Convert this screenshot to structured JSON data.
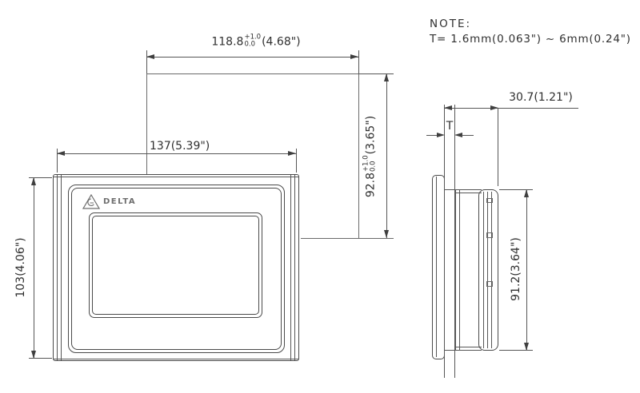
{
  "note": {
    "title": "NOTE:",
    "body": "T= 1.6mm(0.063\") ~ 6mm(0.24\")"
  },
  "logo": {
    "brand": "DELTA"
  },
  "dimensions": {
    "cutout_width": {
      "value": "118.8",
      "tol_plus": "+1.0",
      "tol_minus": "0.0",
      "inch": "(4.68\")"
    },
    "cutout_height": {
      "value": "92.8",
      "tol_plus": "+1.0",
      "tol_minus": "0.0",
      "inch": "(3.65\")"
    },
    "panel_width": "137(5.39\")",
    "panel_height": "103(4.06\")",
    "depth": "30.7(1.21\")",
    "body_height": "91.2(3.64\")",
    "wall_thickness_label": "T"
  },
  "colors": {
    "line": "#565656",
    "text": "#2f2f2f",
    "background": "#ffffff"
  }
}
